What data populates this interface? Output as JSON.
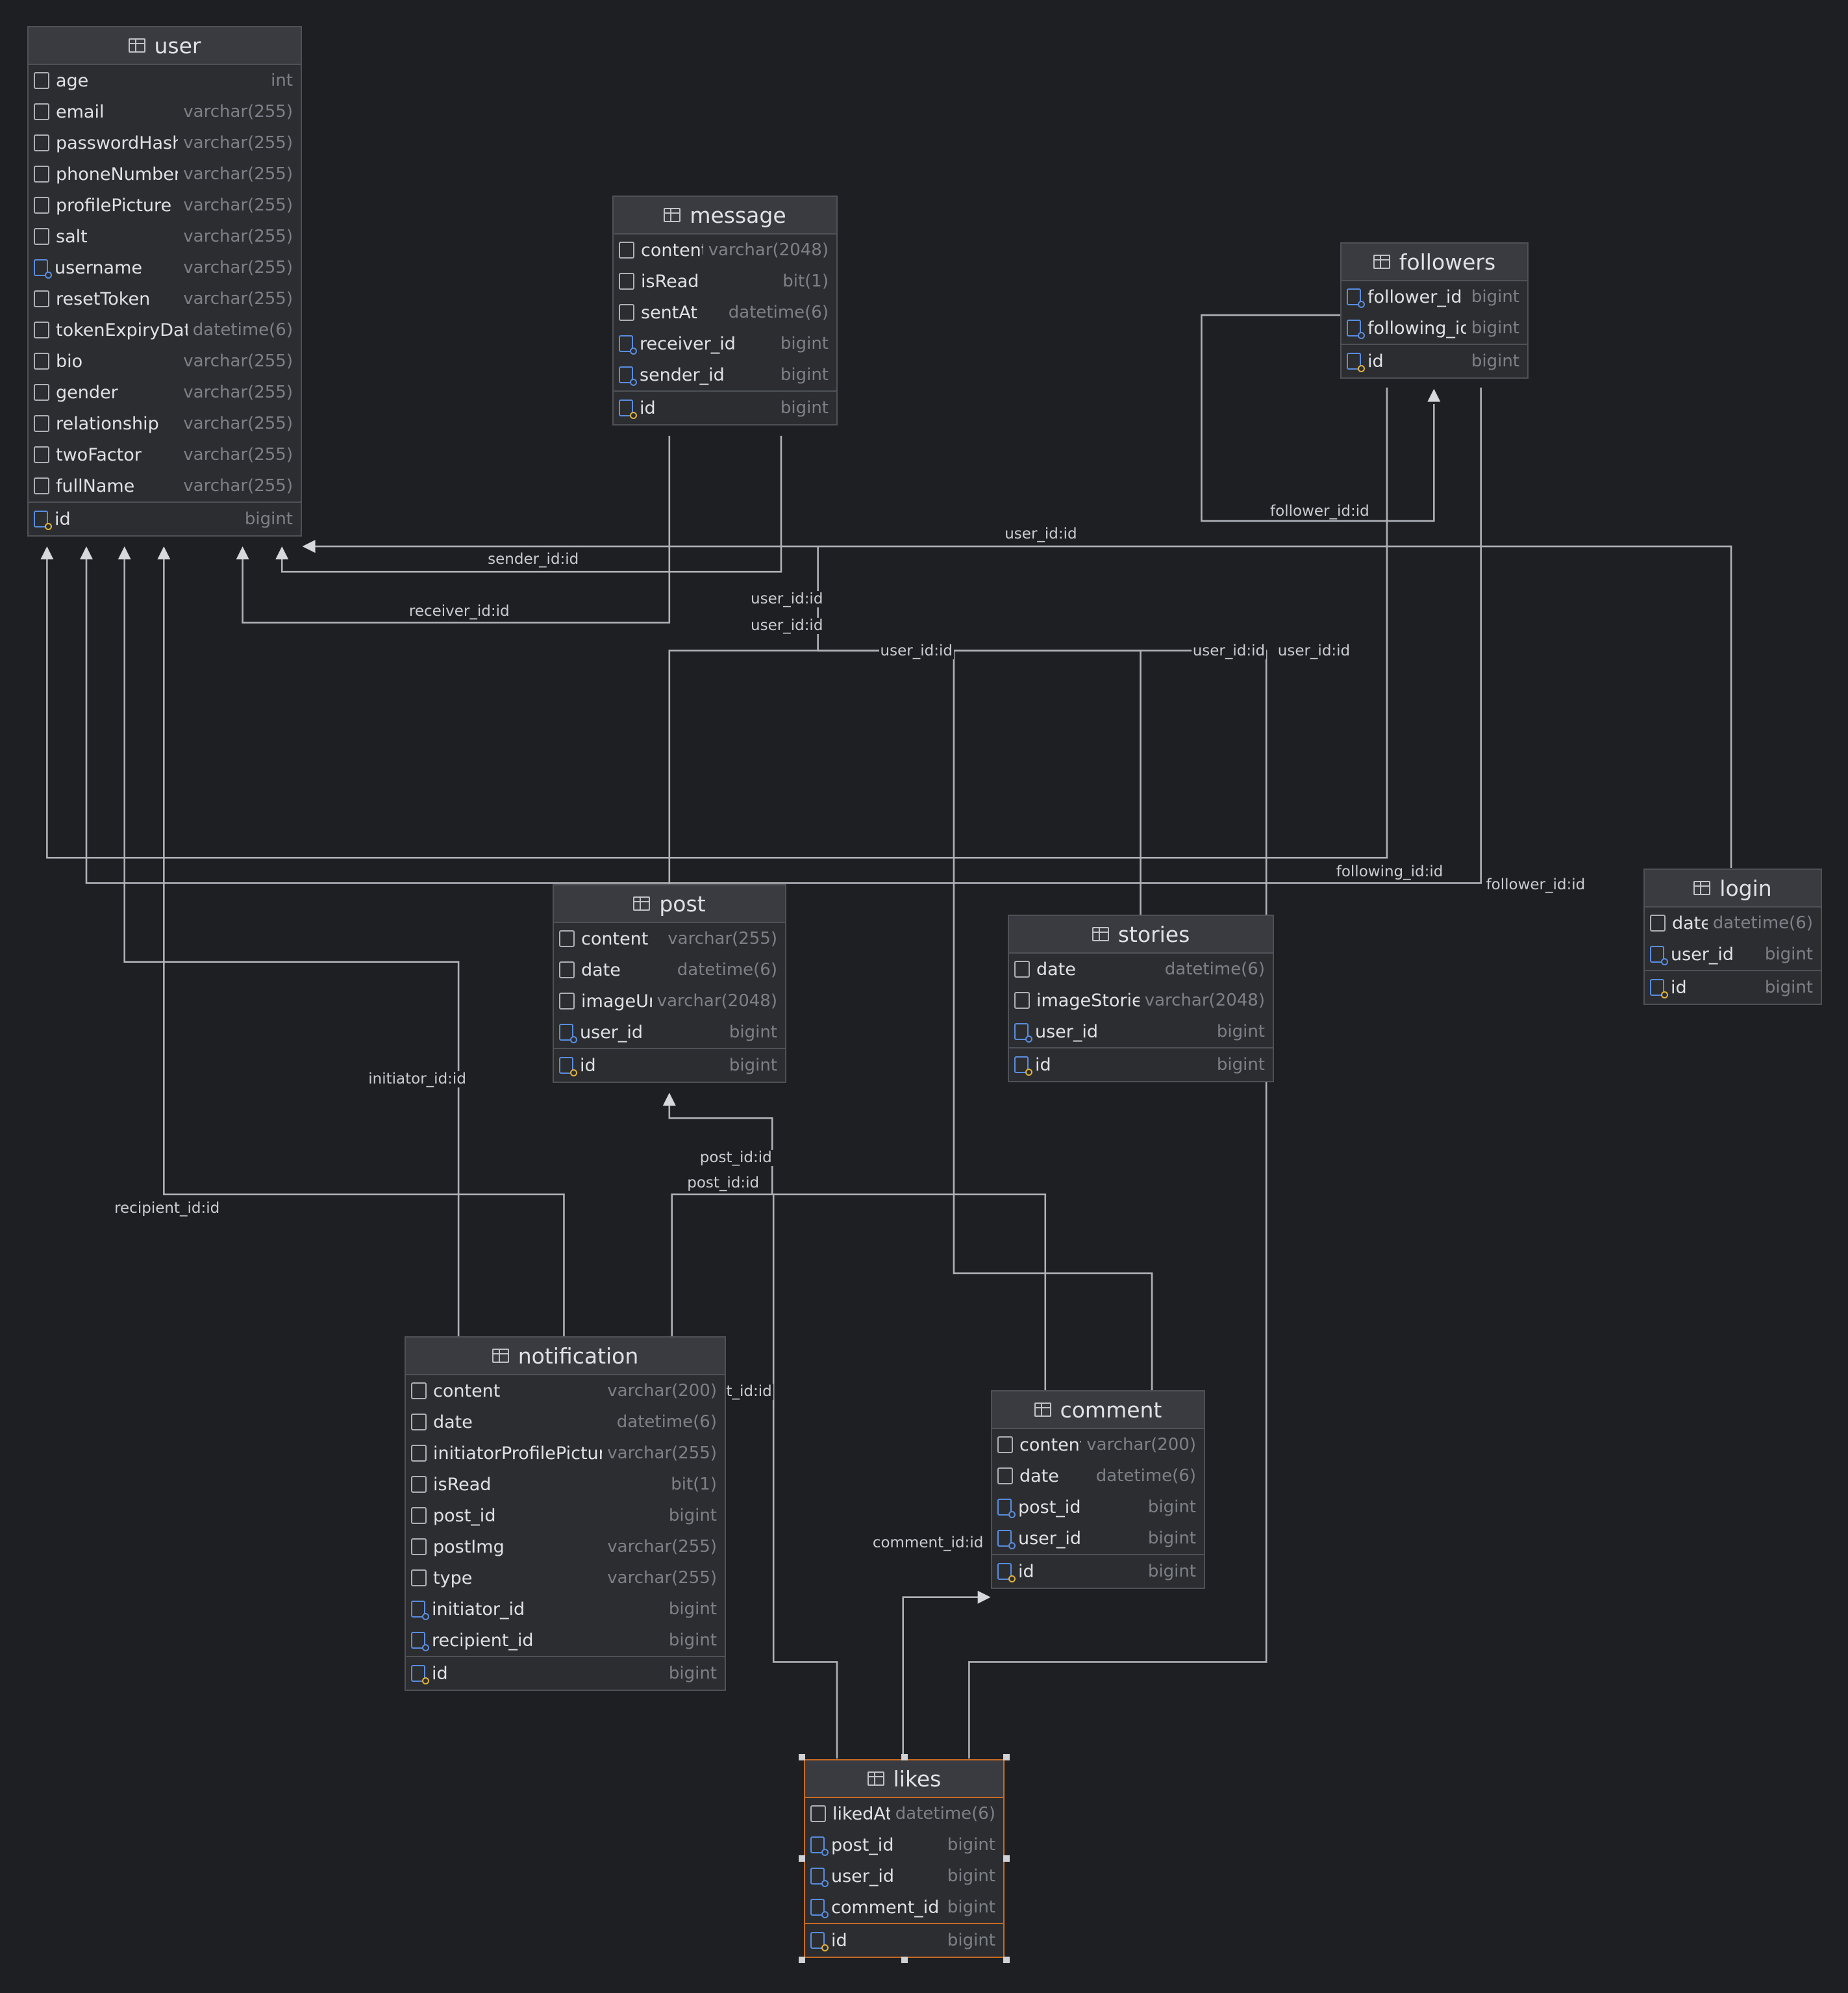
{
  "diagram": {
    "tables": [
      {
        "key": "user",
        "name": "user",
        "columns": [
          {
            "name": "age",
            "type": "int",
            "kind": "col"
          },
          {
            "name": "email",
            "type": "varchar(255)",
            "kind": "col"
          },
          {
            "name": "passwordHash",
            "type": "varchar(255)",
            "kind": "col"
          },
          {
            "name": "phoneNumber",
            "type": "varchar(255)",
            "kind": "col"
          },
          {
            "name": "profilePicture",
            "type": "varchar(255)",
            "kind": "col"
          },
          {
            "name": "salt",
            "type": "varchar(255)",
            "kind": "col"
          },
          {
            "name": "username",
            "type": "varchar(255)",
            "kind": "fk"
          },
          {
            "name": "resetToken",
            "type": "varchar(255)",
            "kind": "col"
          },
          {
            "name": "tokenExpiryDate",
            "type": "datetime(6)",
            "kind": "col"
          },
          {
            "name": "bio",
            "type": "varchar(255)",
            "kind": "col"
          },
          {
            "name": "gender",
            "type": "varchar(255)",
            "kind": "col"
          },
          {
            "name": "relationship",
            "type": "varchar(255)",
            "kind": "col"
          },
          {
            "name": "twoFactor",
            "type": "varchar(255)",
            "kind": "col"
          },
          {
            "name": "fullName",
            "type": "varchar(255)",
            "kind": "col"
          },
          {
            "name": "id",
            "type": "bigint",
            "kind": "pk"
          }
        ]
      },
      {
        "key": "message",
        "name": "message",
        "columns": [
          {
            "name": "content",
            "type": "varchar(2048)",
            "kind": "col"
          },
          {
            "name": "isRead",
            "type": "bit(1)",
            "kind": "col"
          },
          {
            "name": "sentAt",
            "type": "datetime(6)",
            "kind": "col"
          },
          {
            "name": "receiver_id",
            "type": "bigint",
            "kind": "fk"
          },
          {
            "name": "sender_id",
            "type": "bigint",
            "kind": "fk"
          },
          {
            "name": "id",
            "type": "bigint",
            "kind": "pk"
          }
        ]
      },
      {
        "key": "followers",
        "name": "followers",
        "columns": [
          {
            "name": "follower_id",
            "type": "bigint",
            "kind": "fk"
          },
          {
            "name": "following_id",
            "type": "bigint",
            "kind": "fk"
          },
          {
            "name": "id",
            "type": "bigint",
            "kind": "pk"
          }
        ]
      },
      {
        "key": "post",
        "name": "post",
        "columns": [
          {
            "name": "content",
            "type": "varchar(255)",
            "kind": "col"
          },
          {
            "name": "date",
            "type": "datetime(6)",
            "kind": "col"
          },
          {
            "name": "imageUrl",
            "type": "varchar(2048)",
            "kind": "col"
          },
          {
            "name": "user_id",
            "type": "bigint",
            "kind": "fk"
          },
          {
            "name": "id",
            "type": "bigint",
            "kind": "pk"
          }
        ]
      },
      {
        "key": "stories",
        "name": "stories",
        "columns": [
          {
            "name": "date",
            "type": "datetime(6)",
            "kind": "col"
          },
          {
            "name": "imageStories",
            "type": "varchar(2048)",
            "kind": "col"
          },
          {
            "name": "user_id",
            "type": "bigint",
            "kind": "fk"
          },
          {
            "name": "id",
            "type": "bigint",
            "kind": "pk"
          }
        ]
      },
      {
        "key": "login",
        "name": "login",
        "columns": [
          {
            "name": "date",
            "type": "datetime(6)",
            "kind": "col"
          },
          {
            "name": "user_id",
            "type": "bigint",
            "kind": "fk"
          },
          {
            "name": "id",
            "type": "bigint",
            "kind": "pk"
          }
        ]
      },
      {
        "key": "notification",
        "name": "notification",
        "columns": [
          {
            "name": "content",
            "type": "varchar(200)",
            "kind": "col"
          },
          {
            "name": "date",
            "type": "datetime(6)",
            "kind": "col"
          },
          {
            "name": "initiatorProfilePicture",
            "type": "varchar(255)",
            "kind": "col"
          },
          {
            "name": "isRead",
            "type": "bit(1)",
            "kind": "col"
          },
          {
            "name": "post_id",
            "type": "bigint",
            "kind": "col"
          },
          {
            "name": "postImg",
            "type": "varchar(255)",
            "kind": "col"
          },
          {
            "name": "type",
            "type": "varchar(255)",
            "kind": "col"
          },
          {
            "name": "initiator_id",
            "type": "bigint",
            "kind": "fk"
          },
          {
            "name": "recipient_id",
            "type": "bigint",
            "kind": "fk"
          },
          {
            "name": "id",
            "type": "bigint",
            "kind": "pk"
          }
        ]
      },
      {
        "key": "comment",
        "name": "comment",
        "columns": [
          {
            "name": "content",
            "type": "varchar(200)",
            "kind": "col"
          },
          {
            "name": "date",
            "type": "datetime(6)",
            "kind": "col"
          },
          {
            "name": "post_id",
            "type": "bigint",
            "kind": "fk"
          },
          {
            "name": "user_id",
            "type": "bigint",
            "kind": "fk"
          },
          {
            "name": "id",
            "type": "bigint",
            "kind": "pk"
          }
        ]
      },
      {
        "key": "likes",
        "name": "likes",
        "selected": true,
        "columns": [
          {
            "name": "likedAt",
            "type": "datetime(6)",
            "kind": "col"
          },
          {
            "name": "post_id",
            "type": "bigint",
            "kind": "fk"
          },
          {
            "name": "user_id",
            "type": "bigint",
            "kind": "fk"
          },
          {
            "name": "comment_id",
            "type": "bigint",
            "kind": "fk"
          },
          {
            "name": "id",
            "type": "bigint",
            "kind": "pk"
          }
        ]
      }
    ],
    "edge_labels": [
      "sender_id:id",
      "receiver_id:id",
      "user_id:id",
      "user_id:id",
      "user_id:id",
      "user_id:id",
      "user_id:id",
      "follower_id:id",
      "following_id:id",
      "follower_id:id",
      "initiator_id:id",
      "recipient_id:id",
      "post_id:id",
      "post_id:id",
      "post_id:id",
      "comment_id:id",
      "user_id:id"
    ]
  }
}
